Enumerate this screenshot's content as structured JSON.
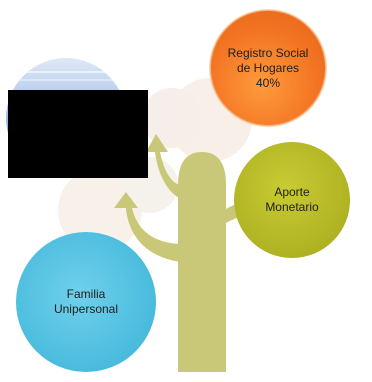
{
  "nodes": [
    {
      "id": "registro",
      "text": "Registro Social\nde Hogares\n40%",
      "color": "#f57a26"
    },
    {
      "id": "aporte",
      "text": "Aporte\nMonetario",
      "color": "#b7bd25"
    },
    {
      "id": "familia",
      "text": "Familia\nUnipersonal",
      "color": "#52c1df"
    },
    {
      "id": "hidden",
      "text": "",
      "color": "#9ab6e4"
    }
  ],
  "trunk_color": "#c9c878"
}
